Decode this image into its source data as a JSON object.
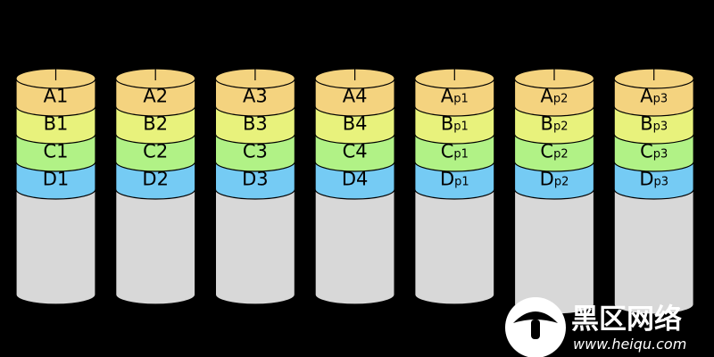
{
  "diagram": {
    "segment_colors": {
      "A": "#f4d37f",
      "B": "#e8f27c",
      "C": "#b1f286",
      "D": "#75cbf4",
      "empty": "#d8d8d8",
      "outline": "#000000"
    },
    "disks": [
      {
        "blocks": [
          {
            "row": "A",
            "text": "A1",
            "sub": ""
          },
          {
            "row": "B",
            "text": "B1",
            "sub": ""
          },
          {
            "row": "C",
            "text": "C1",
            "sub": ""
          },
          {
            "row": "D",
            "text": "D1",
            "sub": ""
          }
        ]
      },
      {
        "blocks": [
          {
            "row": "A",
            "text": "A2",
            "sub": ""
          },
          {
            "row": "B",
            "text": "B2",
            "sub": ""
          },
          {
            "row": "C",
            "text": "C2",
            "sub": ""
          },
          {
            "row": "D",
            "text": "D2",
            "sub": ""
          }
        ]
      },
      {
        "blocks": [
          {
            "row": "A",
            "text": "A3",
            "sub": ""
          },
          {
            "row": "B",
            "text": "B3",
            "sub": ""
          },
          {
            "row": "C",
            "text": "C3",
            "sub": ""
          },
          {
            "row": "D",
            "text": "D3",
            "sub": ""
          }
        ]
      },
      {
        "blocks": [
          {
            "row": "A",
            "text": "A4",
            "sub": ""
          },
          {
            "row": "B",
            "text": "B4",
            "sub": ""
          },
          {
            "row": "C",
            "text": "C4",
            "sub": ""
          },
          {
            "row": "D",
            "text": "D4",
            "sub": ""
          }
        ]
      },
      {
        "blocks": [
          {
            "row": "A",
            "text": "A",
            "sub": "p1"
          },
          {
            "row": "B",
            "text": "B",
            "sub": "p1"
          },
          {
            "row": "C",
            "text": "C",
            "sub": "p1"
          },
          {
            "row": "D",
            "text": "D",
            "sub": "p1"
          }
        ]
      },
      {
        "blocks": [
          {
            "row": "A",
            "text": "A",
            "sub": "p2"
          },
          {
            "row": "B",
            "text": "B",
            "sub": "p2"
          },
          {
            "row": "C",
            "text": "C",
            "sub": "p2"
          },
          {
            "row": "D",
            "text": "D",
            "sub": "p2"
          }
        ]
      },
      {
        "blocks": [
          {
            "row": "A",
            "text": "A",
            "sub": "p3"
          },
          {
            "row": "B",
            "text": "B",
            "sub": "p3"
          },
          {
            "row": "C",
            "text": "C",
            "sub": "p3"
          },
          {
            "row": "D",
            "text": "D",
            "sub": "p3"
          }
        ]
      }
    ]
  },
  "watermark": {
    "logo_icon": "mushroom-logo-icon",
    "brand_cn": "黑区网络",
    "brand_url": "www.heiqu.com",
    "colors": {
      "text": "#ffffff",
      "logo_bg": "#ffffff",
      "logo_fg": "#000000"
    }
  }
}
